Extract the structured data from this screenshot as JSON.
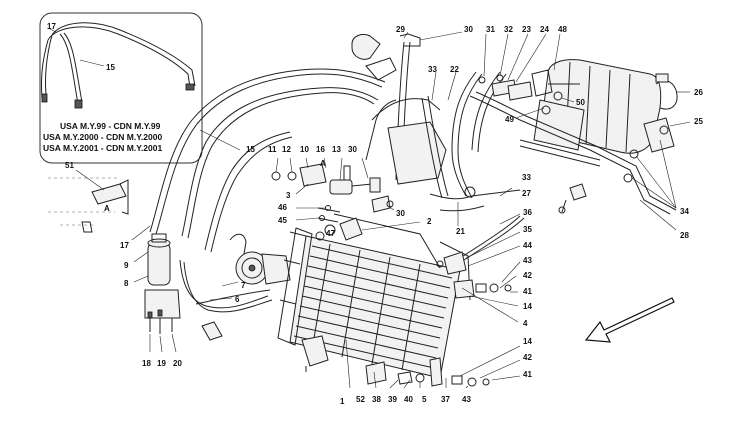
{
  "diagram": {
    "inset_notes": [
      "USA M.Y.99 - CDN M.Y.99",
      "USA M.Y.2000 - CDN M.Y.2000",
      "USA M.Y.2001 - CDN M.Y.2001"
    ],
    "view_marker": "A",
    "callouts": {
      "c1": "1",
      "c2": "2",
      "c3": "3",
      "c4": "4",
      "c5": "5",
      "c6": "6",
      "c7": "7",
      "c8": "8",
      "c9": "9",
      "c10": "10",
      "c11": "11",
      "c12": "12",
      "c13": "13",
      "c14a": "14",
      "c14b": "14",
      "c15a": "15",
      "c15b": "15",
      "c16": "16",
      "c17a": "17",
      "c17b": "17",
      "c18": "18",
      "c19": "19",
      "c20": "20",
      "c21": "21",
      "c22": "22",
      "c23": "23",
      "c24": "24",
      "c25": "25",
      "c26": "26",
      "c27": "27",
      "c28": "28",
      "c29": "29",
      "c30a": "30",
      "c30b": "30",
      "c30c": "30",
      "c31": "31",
      "c32": "32",
      "c33a": "33",
      "c33b": "33",
      "c34": "34",
      "c35": "35",
      "c36": "36",
      "c37": "37",
      "c38": "38",
      "c39": "39",
      "c40": "40",
      "c41a": "41",
      "c41b": "41",
      "c42a": "42",
      "c42b": "42",
      "c43a": "43",
      "c43b": "43",
      "c44": "44",
      "c45": "45",
      "c46": "46",
      "c47": "47",
      "c48": "48",
      "c49": "49",
      "c50": "50",
      "c51": "51",
      "c52": "52"
    }
  }
}
